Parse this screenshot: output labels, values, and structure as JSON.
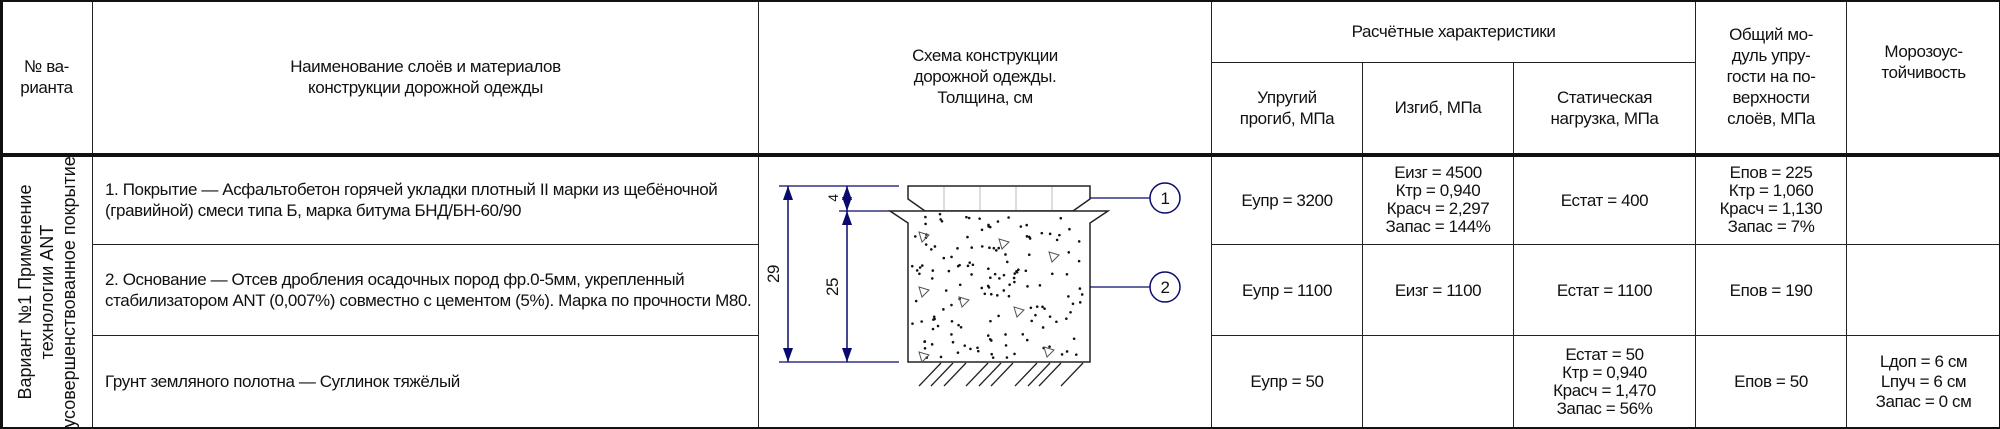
{
  "header": {
    "variant_no": "№ ва-\nрианта",
    "layers_name": "Наименование слоёв и материалов\nконструкции дорожной одежды",
    "schema": "Схема конструкции\nдорожной одежды.\nТолщина, см",
    "calc_group": "Расчётные характеристики",
    "elastic": "Упругий\nпрогиб, МПа",
    "bending": "Изгиб, МПа",
    "static": "Статическая\nнагрузка, МПа",
    "total_modulus": "Общий мо-\nдуль упру-\nгости на по-\nверхности\nслоёв, МПа",
    "frost": "Морозоус-\nтойчивость"
  },
  "variant_label": "Вариант №1 Применение технологии ANT усовершенствованное покрытие",
  "rows": [
    {
      "name": "1. Покрытие — Асфальтобетон горячей укладки плотный II марки из щебёночной (гравийной) смеси типа Б, марка битума БНД/БН-60/90",
      "elastic": "Еупр = 3200",
      "bending": "Еизг = 4500\nКтр = 0,940\nКрасч = 2,297\nЗапас = 144%",
      "static": "Естат = 400",
      "total": "Епов = 225\nКтр = 1,060\nКрасч = 1,130\nЗапас = 7%",
      "frost": ""
    },
    {
      "name": "2. Основание — Отсев дробления осадочных пород фр.0-5мм, укрепленный стабилизатором ANT (0,007%) совместно с цементом (5%). Марка по прочности М80.",
      "elastic": "Еупр = 1100",
      "bending": "Еизг = 1100",
      "static": "Естат = 1100",
      "total": "Епов = 190",
      "frost": ""
    },
    {
      "name": "Грунт земляного полотна — Суглинок тяжёлый",
      "elastic": "Еупр = 50",
      "bending": "",
      "static": "Естат = 50\nКтр = 0,940\nКрасч = 1,470\nЗапас = 56%",
      "total": "Епов = 50",
      "frost": "Lдоп = 6 см\nLпуч = 6 см\nЗапас = 0 см"
    }
  ],
  "diagram": {
    "total_thickness": "29",
    "layer1_thickness": "4",
    "layer2_thickness": "25",
    "marker1": "1",
    "marker2": "2",
    "line_color": "#0a0a6e"
  }
}
